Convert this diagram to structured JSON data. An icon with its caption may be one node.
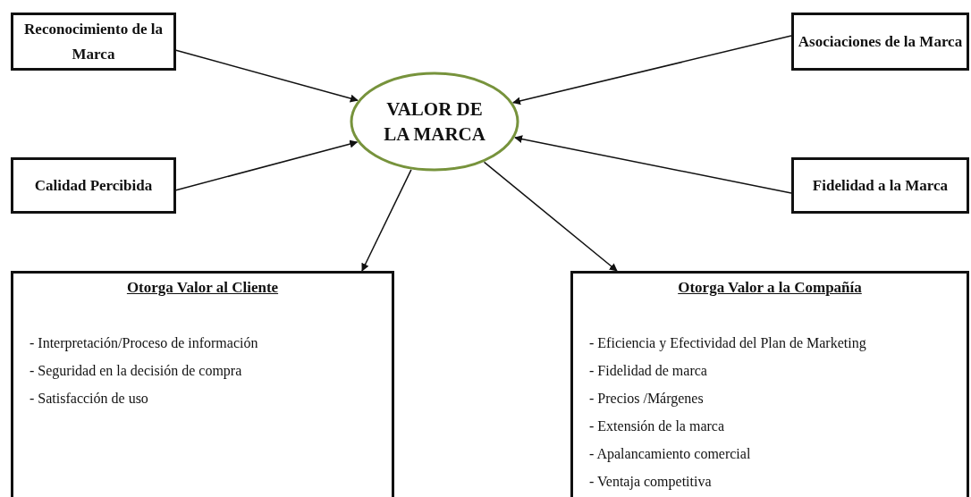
{
  "diagram": {
    "nodes": [
      {
        "text": [
          "Reconocimiento de la Marca"
        ]
      },
      {
        "text": [
          "Asociaciones de la Marca"
        ]
      },
      {
        "text": [
          "VALOR DE LA MARCA"
        ]
      },
      {
        "text": [
          "Calidad Percibida"
        ]
      },
      {
        "text": [
          "Fidelidad a la Marca"
        ]
      },
      {
        "text": [
          "Otorga Valor al Cliente",
          "- Interpretación/Proceso de información",
          "- Seguridad en la decisión de compra",
          "- Satisfacción de uso"
        ]
      },
      {
        "text": [
          "Otorga Valor a la Compañía",
          "- Eficiencia y Efectividad del Plan de Marketing",
          "- Fidelidad de marca",
          "- Precios /Márgenes",
          "- Extensión de la marca",
          "- Apalancamiento comercial",
          "- Ventaja competitiva"
        ]
      }
    ],
    "edges": [
      {
        "from": 0,
        "to": 2,
        "arrow": "to"
      },
      {
        "from": 1,
        "to": 2,
        "arrow": "to"
      },
      {
        "from": 3,
        "to": 2,
        "arrow": "to"
      },
      {
        "from": 4,
        "to": 2,
        "arrow": "to"
      },
      {
        "from": 2,
        "to": 5,
        "arrow": "to"
      },
      {
        "from": 2,
        "to": 6,
        "arrow": "to"
      }
    ]
  }
}
